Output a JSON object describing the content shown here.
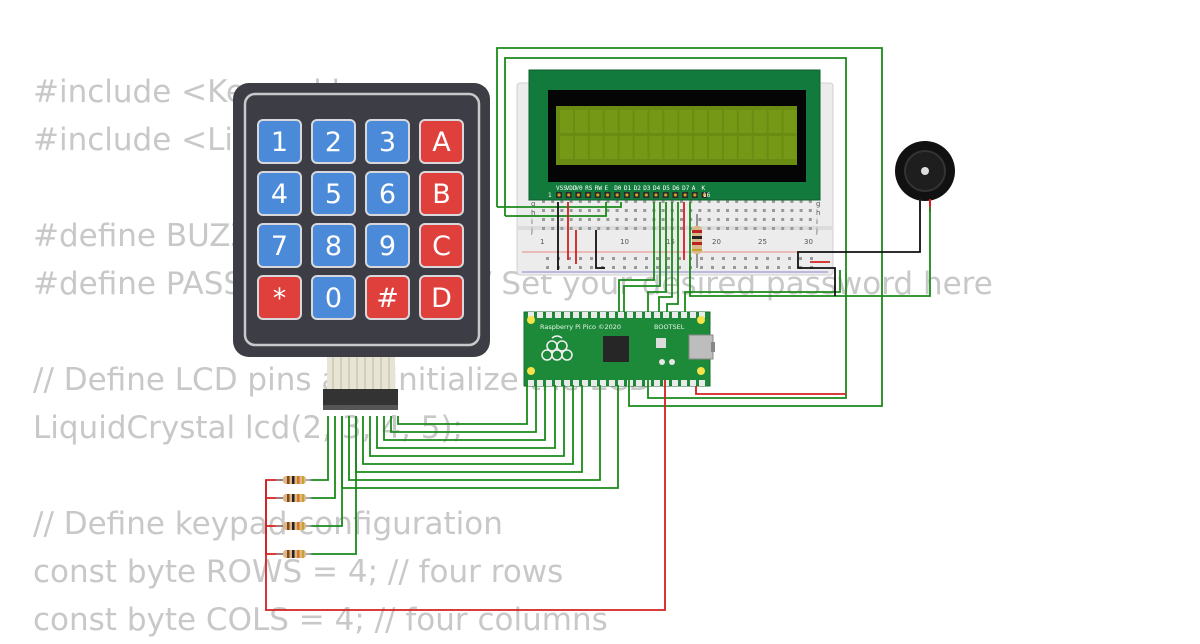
{
  "code_lines": [
    "#include <Keypad.h>",
    "#include <LiquidCrystal.h>",
    "",
    "#define BUZZER_PIN 20",
    "#define PASSWORD \"1234\" // Set your desired password here",
    "",
    "// Define LCD pins and initialize the LCD",
    "LiquidCrystal lcd(2, 3, 4, 5);",
    "",
    "// Define keypad configuration",
    "const byte ROWS = 4; // four rows",
    "const byte COLS = 4; // four columns"
  ],
  "keypad": {
    "keys": [
      {
        "label": "1",
        "kind": "num"
      },
      {
        "label": "2",
        "kind": "num"
      },
      {
        "label": "3",
        "kind": "num"
      },
      {
        "label": "A",
        "kind": "fn"
      },
      {
        "label": "4",
        "kind": "num"
      },
      {
        "label": "5",
        "kind": "num"
      },
      {
        "label": "6",
        "kind": "num"
      },
      {
        "label": "B",
        "kind": "fn"
      },
      {
        "label": "7",
        "kind": "num"
      },
      {
        "label": "8",
        "kind": "num"
      },
      {
        "label": "9",
        "kind": "num"
      },
      {
        "label": "C",
        "kind": "fn"
      },
      {
        "label": "*",
        "kind": "fn"
      },
      {
        "label": "0",
        "kind": "num"
      },
      {
        "label": "#",
        "kind": "fn"
      },
      {
        "label": "D",
        "kind": "fn"
      }
    ]
  },
  "lcd": {
    "pin_labels": [
      "VSS",
      "VDD",
      "V0",
      "RS",
      "RW",
      "E",
      "D0",
      "D1",
      "D2",
      "D3",
      "D4",
      "D5",
      "D6",
      "D7",
      "A",
      "K"
    ],
    "first_pin": "1",
    "last_pin": "16"
  },
  "breadboard": {
    "row_letters": [
      "g",
      "h",
      "i",
      "j"
    ],
    "column_numbers": [
      "1",
      "10",
      "15",
      "20",
      "25",
      "30"
    ]
  },
  "pico": {
    "title": "Raspberry Pi Pico ©2020",
    "bootsel_label": "BOOTSEL"
  },
  "colors": {
    "keypad_body": "#3d3d45",
    "key_blue": "#4a8ad8",
    "key_red": "#e0403c",
    "lcd_pcb": "#127a3c",
    "lcd_screen": "#6b8c12",
    "pico_pcb": "#1d8a3a",
    "wire_green": "#1a8a1a",
    "wire_red": "#d42020",
    "wire_black": "#111111"
  }
}
